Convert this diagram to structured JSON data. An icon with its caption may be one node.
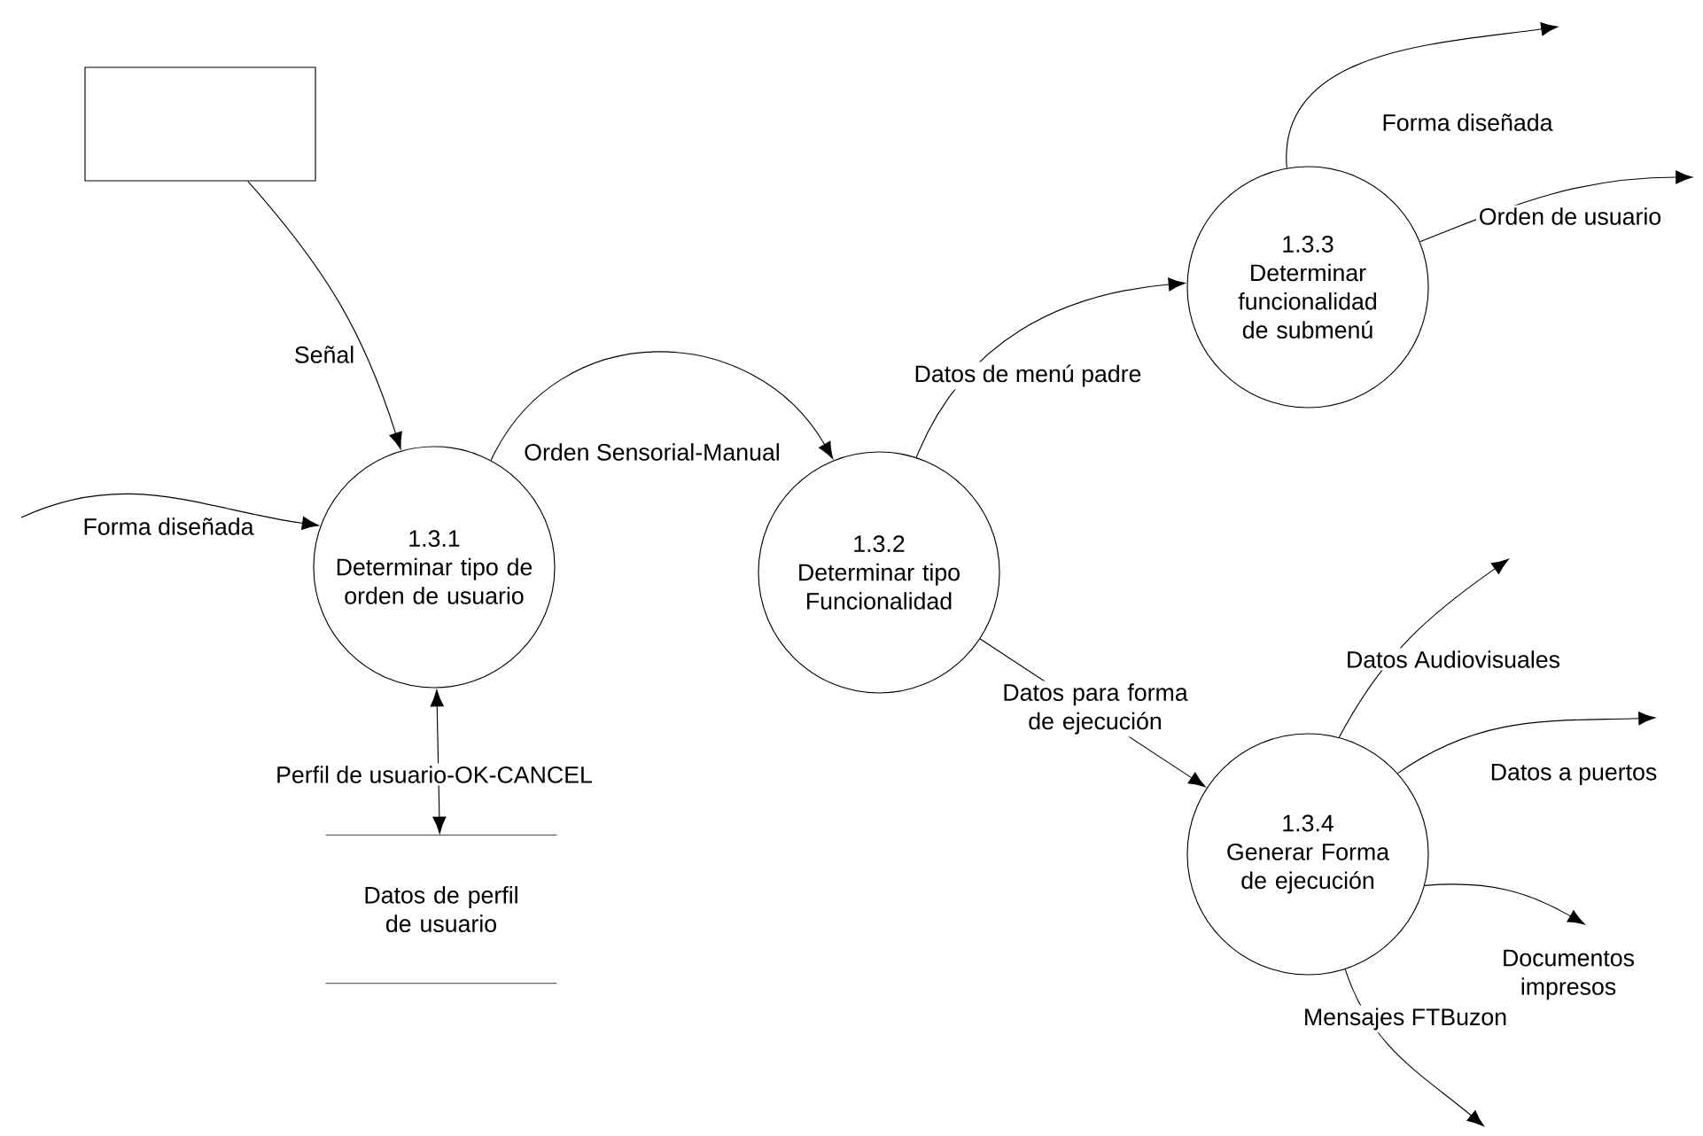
{
  "diagram": {
    "nodes": [
      {
        "text": [],
        "shape": "box"
      },
      {
        "text": [
          "1.3.1",
          "Determinar tipo de orden de usuario"
        ]
      },
      {
        "text": [
          "1.3.2",
          "Determinar tipo Funcionalidad"
        ]
      },
      {
        "text": [
          "1.3.3",
          "Determinar funcionalidad de submenú"
        ]
      },
      {
        "text": [
          "1.3.4",
          "Generar Forma de ejecución"
        ]
      },
      {
        "text": [
          "Datos de perfil de usuario"
        ]
      }
    ],
    "edges": [
      {
        "from": 0,
        "to": 1,
        "arrow": "to",
        "label": "Señal"
      },
      {
        "from": null,
        "to": 1,
        "arrow": "to",
        "label": "Forma diseñada"
      },
      {
        "from": 1,
        "to": 2,
        "arrow": "to",
        "label": "Orden Sensorial-Manual"
      },
      {
        "from": 1,
        "to": 5,
        "arrow": "both",
        "label": "Perfil de usuario-OK-CANCEL"
      },
      {
        "from": 2,
        "to": 3,
        "arrow": "to",
        "label": "Datos de menú padre"
      },
      {
        "from": 2,
        "to": 4,
        "arrow": "to",
        "label": "Datos para forma de ejecución"
      },
      {
        "from": 3,
        "to": null,
        "arrow": "to",
        "label": "Forma diseñada"
      },
      {
        "from": 3,
        "to": null,
        "arrow": "to",
        "label": "Orden de usuario"
      },
      {
        "from": 4,
        "to": null,
        "arrow": "to",
        "label": "Datos Audiovisuales"
      },
      {
        "from": 4,
        "to": null,
        "arrow": "to",
        "label": "Datos a puertos"
      },
      {
        "from": 4,
        "to": null,
        "arrow": "to",
        "label": "Documentos impresos"
      },
      {
        "from": 4,
        "to": null,
        "arrow": "to",
        "label": "Mensajes FTBuzon"
      }
    ]
  }
}
